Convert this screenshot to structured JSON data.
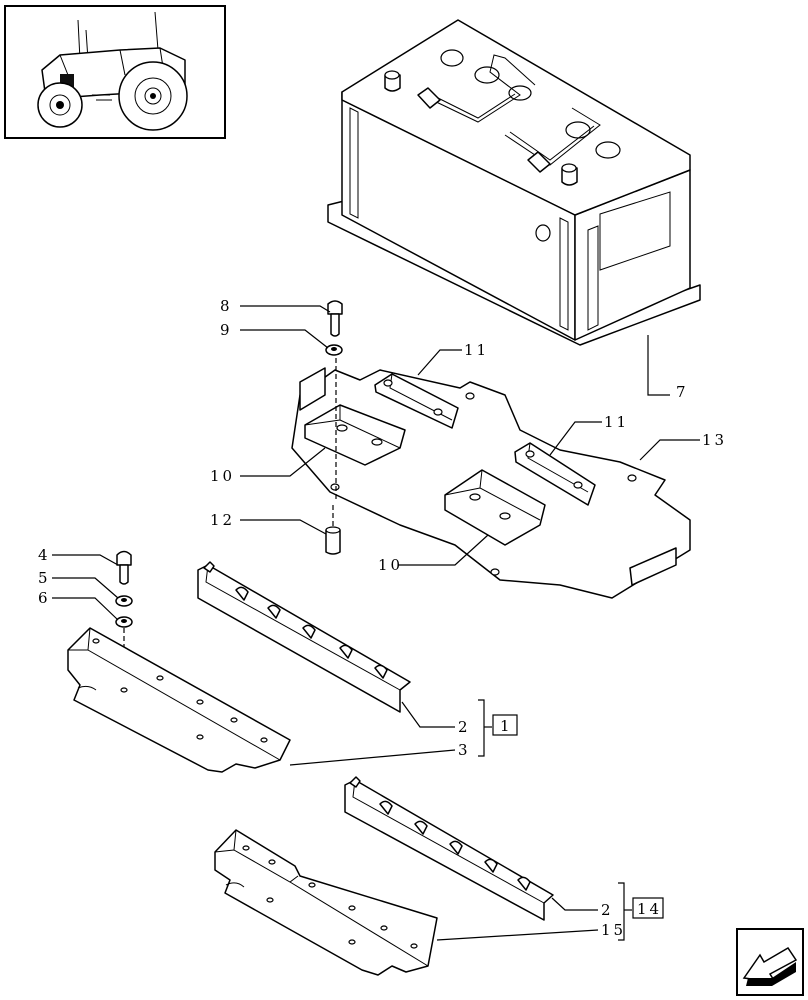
{
  "callouts": {
    "c8": "8",
    "c9": "9",
    "c10a": "10",
    "c12": "12",
    "c11a": "11",
    "c11b": "11",
    "c13": "13",
    "c10b": "10",
    "c7": "7",
    "c4": "4",
    "c5": "5",
    "c6": "6",
    "c2a": "2",
    "c3": "3",
    "c2b": "2",
    "c15": "15"
  },
  "ref_boxes": {
    "ref1": "1",
    "ref14": "14"
  },
  "icons": {
    "thumbnail": "tractor-thumbnail-icon",
    "nav": "next-page-arrow-icon"
  }
}
